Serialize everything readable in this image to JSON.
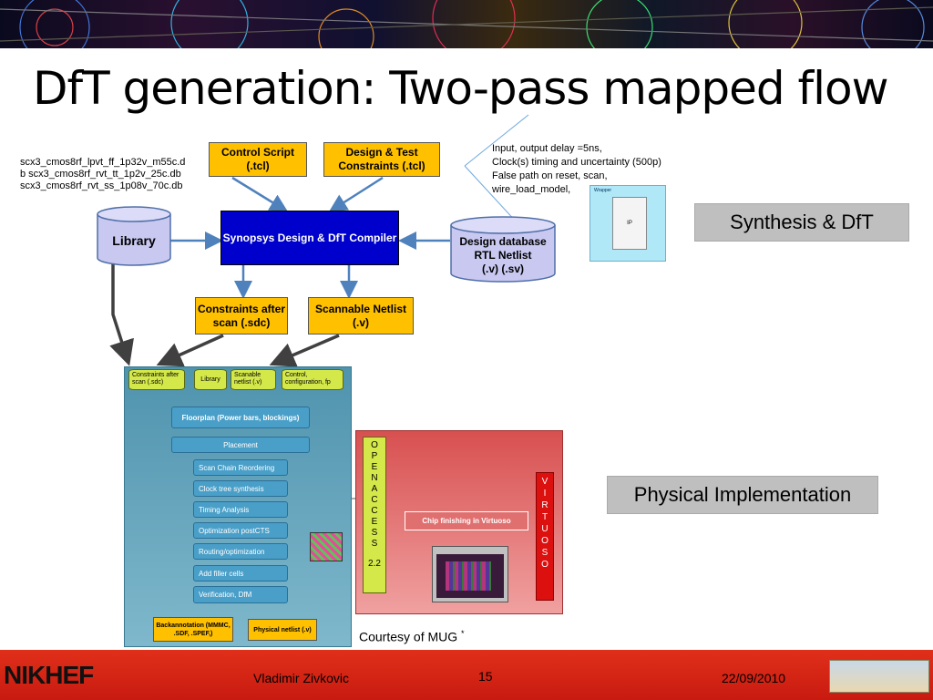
{
  "slide": {
    "title": "DfT generation: Two-pass mapped flow",
    "library_files": [
      "scx3_cmos8rf_lpvt_ff_1p32v_m55c.d",
      "b scx3_cmos8rf_rvt_tt_1p2v_25c.db",
      "scx3_cmos8rf_rvt_ss_1p08v_70c.db"
    ],
    "control_script": "Control Script (.tcl)",
    "design_test_constraints": "Design & Test Constraints (.tcl)",
    "constraints_note": [
      "Input, output delay =5ns,",
      "Clock(s) timing and uncertainty (500p)",
      "False path on reset, scan,",
      "wire_load_model,"
    ],
    "library": "Library",
    "compiler": "Synopsys Design & DfT Compiler",
    "design_database": [
      "Design database",
      "RTL Netlist",
      "(.v) (.sv)"
    ],
    "ip_label": "IP",
    "wrapper_label": "Wrapper",
    "constraints_after_scan": "Constraints after scan (.sdc)",
    "scannable_netlist": "Scannable Netlist (.v)",
    "synthesis_dft": "Synthesis & DfT",
    "physical_implementation": "Physical Implementation",
    "flow_inputs": [
      "Constraints after scan (.sdc)",
      "Library",
      "Scanable netlist (.v)",
      "Control, configuration, fp"
    ],
    "floorplan": "Floorplan (Power bars, blockings)",
    "placement": "Placement",
    "steps": [
      "Scan Chain Reordering",
      "Clock tree synthesis",
      "Timing Analysis",
      "Optimization postCTS",
      "Routing/optimization",
      "Add filler cells",
      "Verification, DfM"
    ],
    "backannotation": "Backannotation (MMMC, .SDF, .SPEF,)",
    "physical_netlist": "Physical netlist (.v)",
    "openaccess": [
      "O",
      "P",
      "E",
      "N",
      "A",
      "C",
      "C",
      "E",
      "S",
      "S"
    ],
    "openaccess_version": "2.2",
    "virtuoso": [
      "V",
      "I",
      "R",
      "T",
      "U",
      "O",
      "S",
      "O"
    ],
    "chip_finishing": "Chip finishing in Virtuoso",
    "courtesy": "Courtesy of MUG",
    "courtesy_mark": "*"
  },
  "footer": {
    "logo": "NIKHEF",
    "author": "Vladimir Zivkovic",
    "page": "15",
    "date": "22/09/2010"
  },
  "colors": {
    "orange": "#ffc000",
    "compiler_blue": "#0000cc",
    "library_fill": "#c8c8f0",
    "flow_panel": "#5aa0b8",
    "phys_panel": "#e87878",
    "openaccess_bar": "#d4e84a",
    "virtuoso_bar": "#dd1010",
    "footer_red": "#d0200f"
  }
}
